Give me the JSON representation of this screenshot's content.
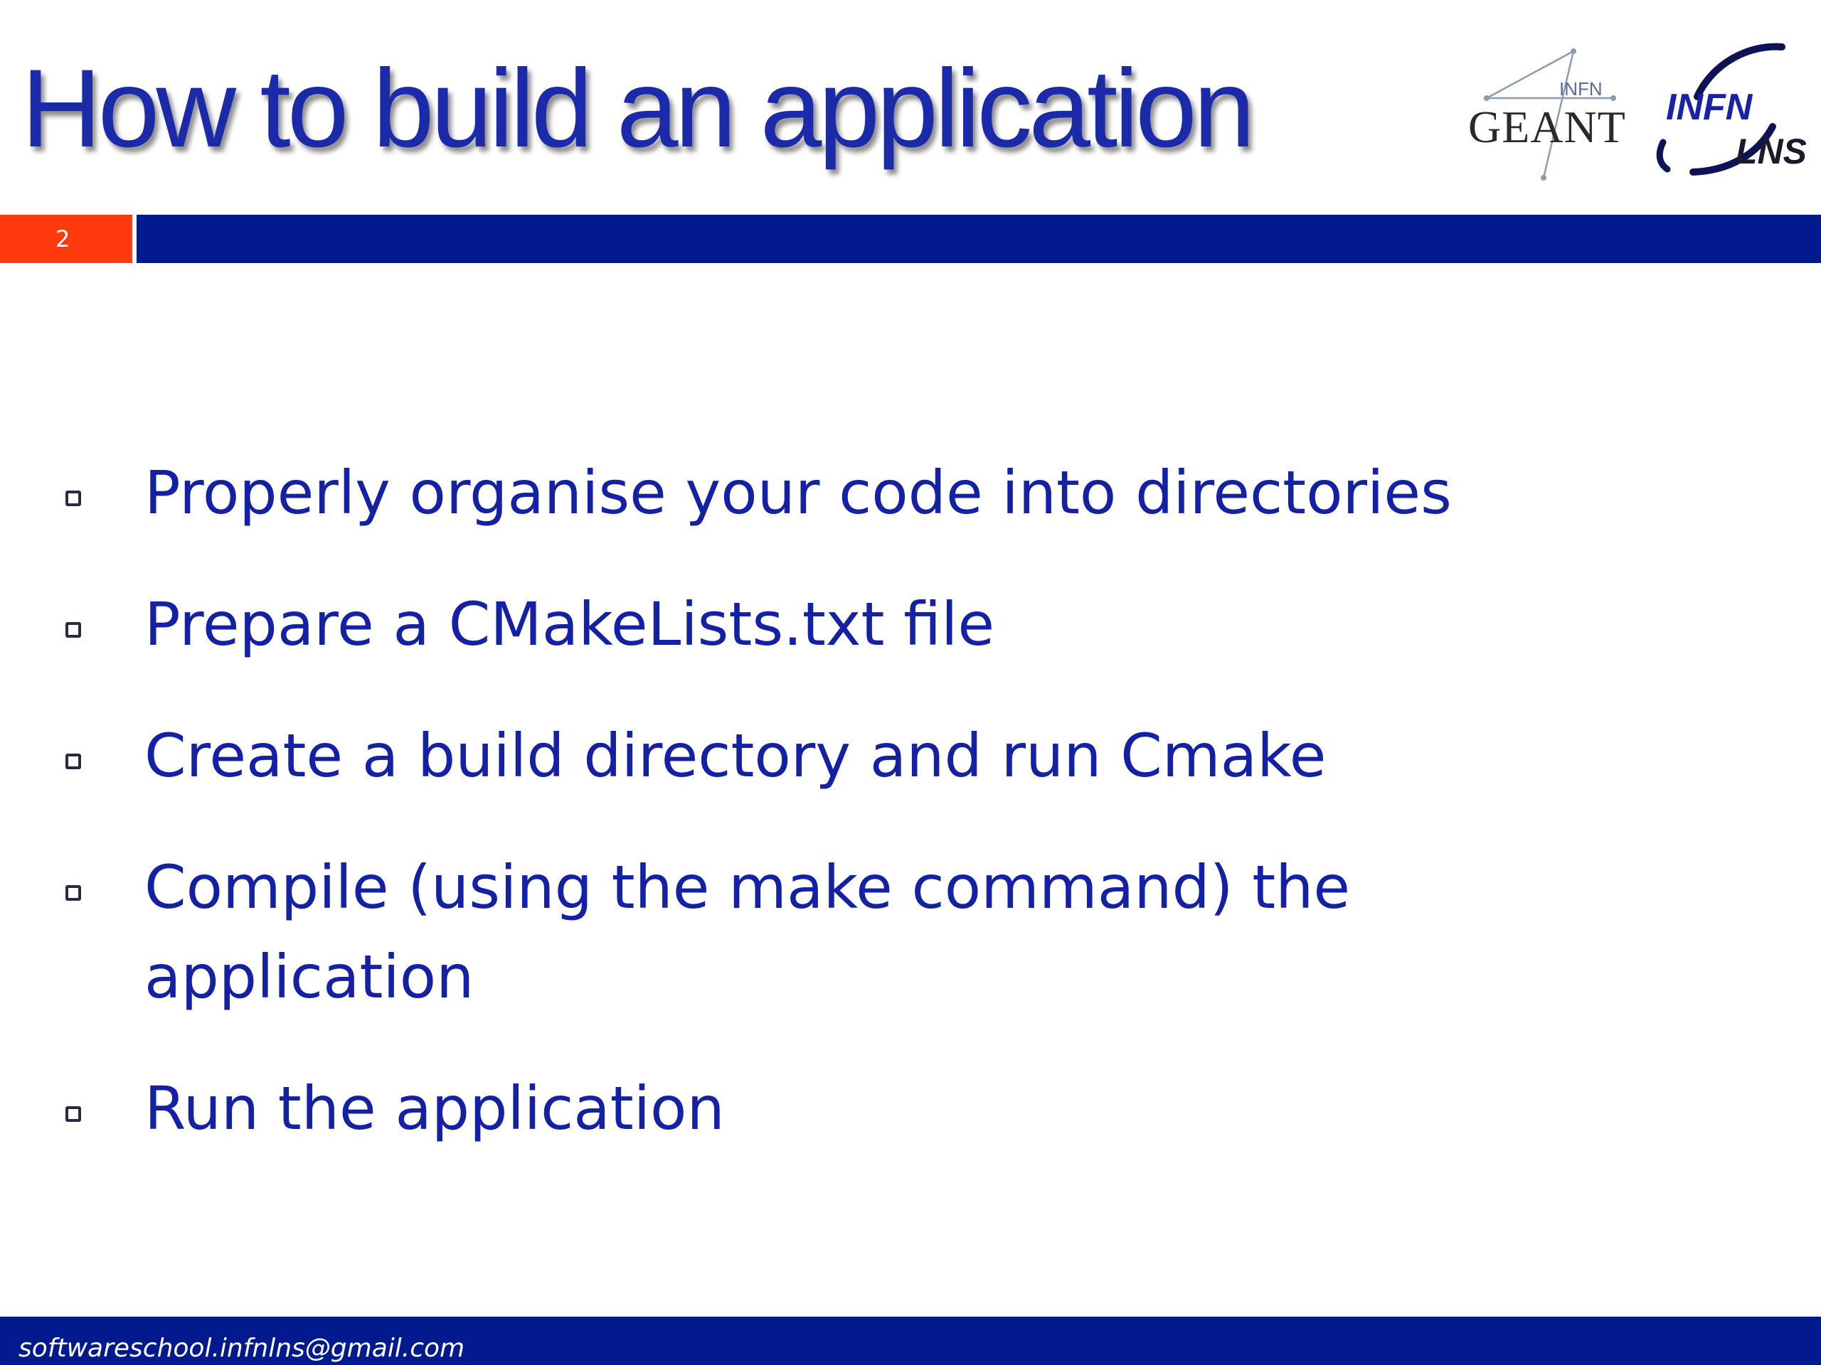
{
  "slide": {
    "title": "How to build an application",
    "number": "2",
    "bullets": [
      "Properly organise your code into directories",
      "Prepare a CMakeLists.txt file",
      "Create a build directory and run Cmake",
      "Compile (using the make command) the application",
      "Run the application"
    ],
    "footer_email": "softwareschool.infnlns@gmail.com"
  },
  "logos": {
    "geant_logo": {
      "text": "GEANT",
      "sub": "INFN",
      "digit": "4"
    },
    "infn_lns_logo": {
      "text_top": "INFN",
      "text_bottom": "LNS"
    }
  },
  "colors": {
    "title": "#1a2aa8",
    "text": "#1421a5",
    "band_blue": "#031a8f",
    "band_red": "#ff3a0e",
    "white": "#ffffff"
  }
}
